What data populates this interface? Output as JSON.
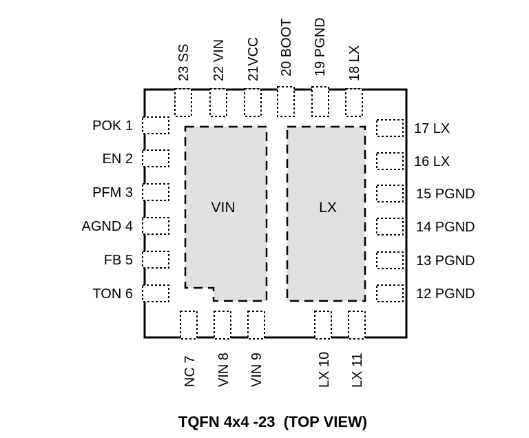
{
  "package": {
    "caption": "TQFN 4x4 -23  (TOP VIEW)",
    "body_color": "#ffffff",
    "pad_color": "#e0e0e0"
  },
  "pads": {
    "vin_label": "VIN",
    "lx_label": "LX"
  },
  "pins": {
    "left": [
      "POK 1",
      "EN 2",
      "PFM 3",
      "AGND 4",
      "FB 5",
      "TON 6"
    ],
    "bottom": [
      "NC 7",
      "VIN 8",
      "VIN 9",
      "LX 10",
      "LX 11"
    ],
    "right": [
      "12 PGND",
      "13 PGND",
      "14 PGND",
      "15 PGND",
      "16 LX",
      "17 LX"
    ],
    "top": [
      "18 LX",
      "19 PGND",
      "20 BOOT",
      "21VCC",
      "22 VIN",
      "23 SS"
    ]
  }
}
